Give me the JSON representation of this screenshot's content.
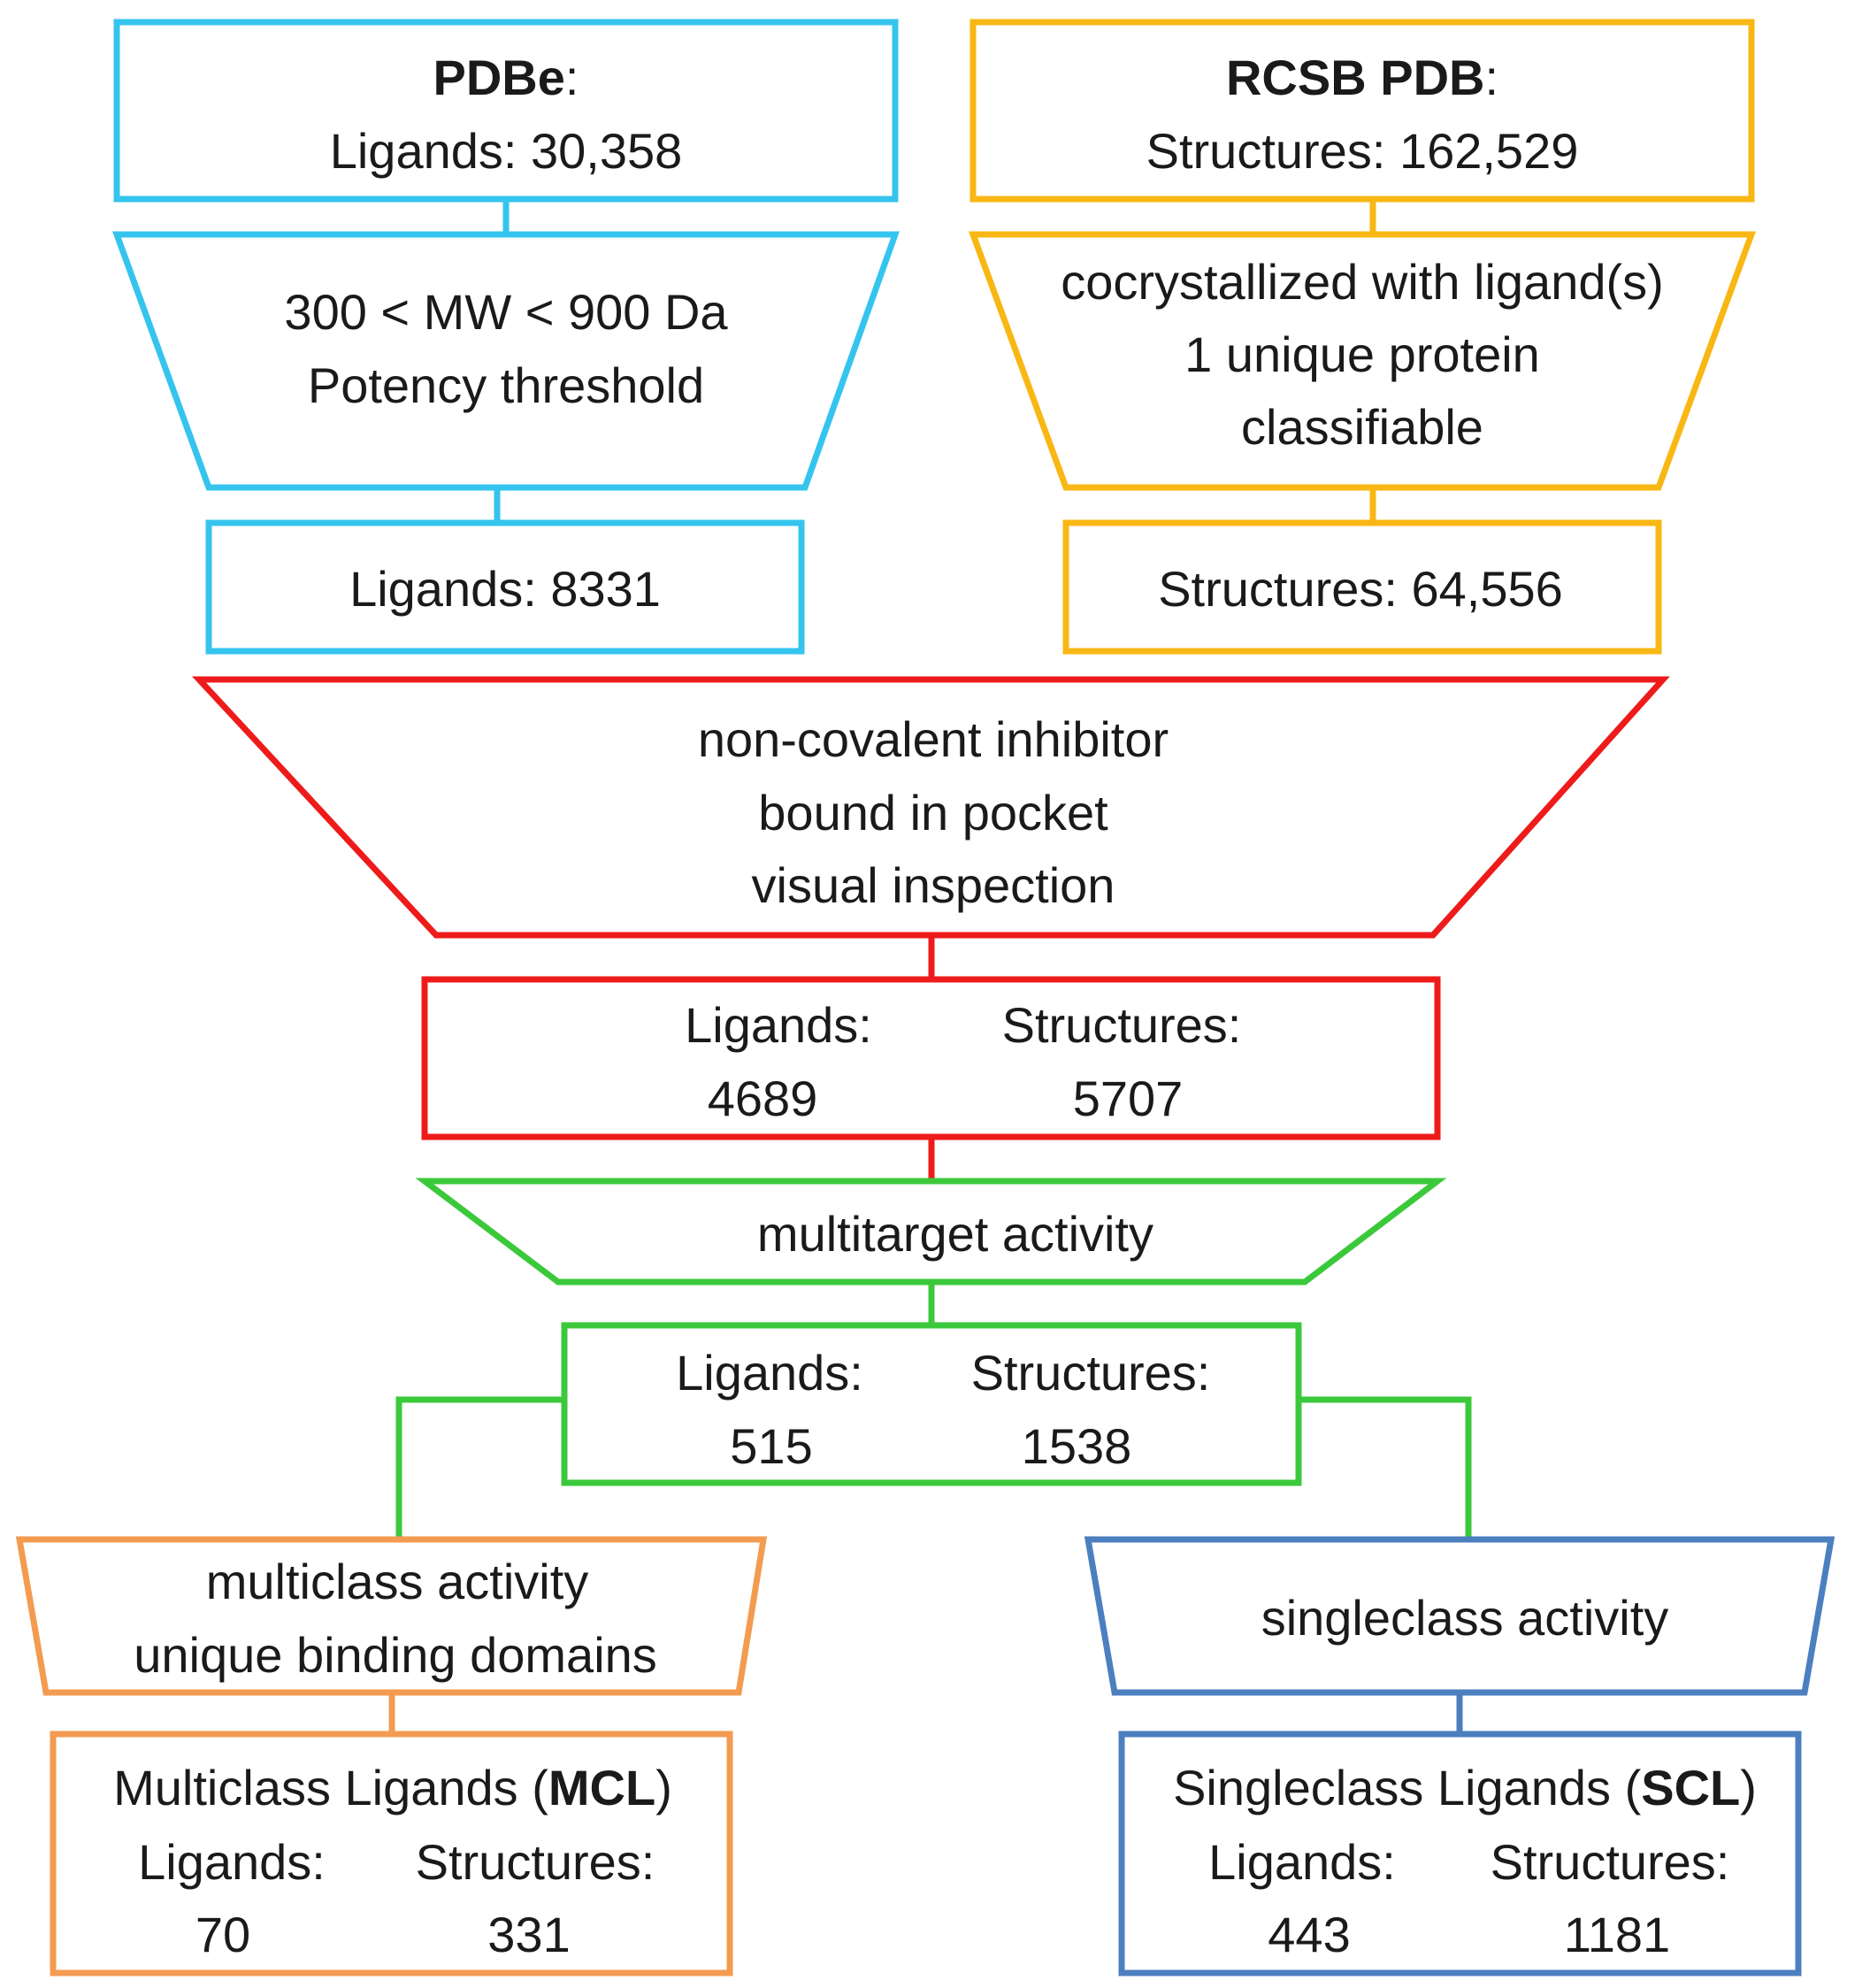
{
  "colors": {
    "pdbe": "#35c4ee",
    "rcsb": "#f8b714",
    "filter": "#ee1b1b",
    "multitarget": "#3bc93b",
    "multiclass": "#f39b51",
    "singleclass": "#4c7fbf"
  },
  "pdbe": {
    "source_name": "PDBe",
    "source_suffix": ":",
    "count_line": "Ligands: 30,358",
    "filter_line1": "300 < MW < 900 Da",
    "filter_line2": "Potency threshold",
    "result_line": "Ligands: 8331"
  },
  "rcsb": {
    "source_name": "RCSB PDB",
    "source_suffix": ":",
    "count_line": "Structures: 162,529",
    "filter_line1": "cocrystallized with ligand(s)",
    "filter_line2": "1 unique protein",
    "filter_line3": "classifiable",
    "result_line": "Structures: 64,556"
  },
  "merge": {
    "filter_line1": "non-covalent inhibitor",
    "filter_line2": "bound in pocket",
    "filter_line3": "visual inspection",
    "ligands_label": "Ligands:",
    "ligands_value": "4689",
    "structures_label": "Structures:",
    "structures_value": "5707"
  },
  "multitarget": {
    "filter_line1": "multitarget activity",
    "ligands_label": "Ligands:",
    "ligands_value": "515",
    "structures_label": "Structures:",
    "structures_value": "1538"
  },
  "multiclass": {
    "filter_line1": "multiclass activity",
    "filter_line2": "unique binding domains",
    "title_prefix": "Multiclass Ligands (",
    "title_abbrev": "MCL",
    "title_suffix": ")",
    "ligands_label": "Ligands:",
    "ligands_value": "70",
    "structures_label": "Structures:",
    "structures_value": "331"
  },
  "singleclass": {
    "filter_line1": "singleclass activity",
    "title_prefix": "Singleclass Ligands (",
    "title_abbrev": "SCL",
    "title_suffix": ")",
    "ligands_label": "Ligands:",
    "ligands_value": "443",
    "structures_label": "Structures:",
    "structures_value": "1181"
  }
}
